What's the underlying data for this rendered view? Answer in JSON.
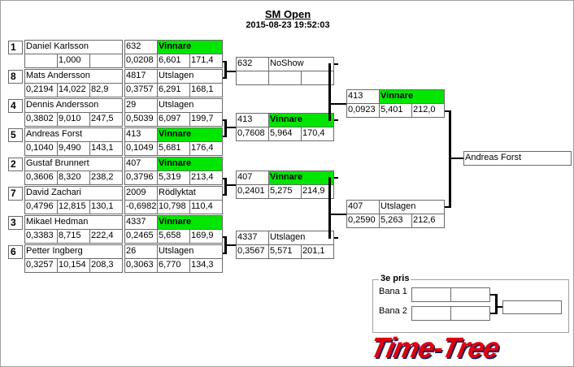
{
  "header": {
    "title": "SM Open",
    "datetime": "2015-08-23 19:52:03"
  },
  "round1": [
    {
      "seed": "1",
      "name": "Daniel Karlsson",
      "stats": [
        "",
        "1,000",
        ""
      ],
      "result": {
        "id": "632",
        "status": "Vinnare",
        "win": true,
        "stats": [
          "0,0208",
          "6,601",
          "171,4"
        ]
      }
    },
    {
      "seed": "8",
      "name": "Mats Andersson",
      "stats": [
        "0,2194",
        "14,022",
        "82,9"
      ],
      "result": {
        "id": "4817",
        "status": "Utslagen",
        "win": false,
        "stats": [
          "0,3757",
          "6,291",
          "168,1"
        ]
      }
    },
    {
      "seed": "4",
      "name": "Dennis Andersson",
      "stats": [
        "0,3802",
        "9,010",
        "247,5"
      ],
      "result": {
        "id": "29",
        "status": "Utslagen",
        "win": false,
        "stats": [
          "0,5039",
          "6,097",
          "199,7"
        ]
      }
    },
    {
      "seed": "5",
      "name": "Andreas Forst",
      "stats": [
        "0,1040",
        "9,490",
        "143,1"
      ],
      "result": {
        "id": "413",
        "status": "Vinnare",
        "win": true,
        "stats": [
          "0,1049",
          "5,681",
          "176,4"
        ]
      }
    },
    {
      "seed": "2",
      "name": "Gustaf Brunnert",
      "stats": [
        "0,3606",
        "8,320",
        "238,2"
      ],
      "result": {
        "id": "407",
        "status": "Vinnare",
        "win": true,
        "stats": [
          "0,3796",
          "5,319",
          "213,4"
        ]
      }
    },
    {
      "seed": "7",
      "name": "David Zachari",
      "stats": [
        "0,4796",
        "12,815",
        "130,1"
      ],
      "result": {
        "id": "2009",
        "status": "Rödlyktat",
        "win": false,
        "stats": [
          "-0,6982",
          "10,798",
          "110,4"
        ]
      }
    },
    {
      "seed": "3",
      "name": "Mikael Hedman",
      "stats": [
        "0,3383",
        "8,715",
        "222,4"
      ],
      "result": {
        "id": "4337",
        "status": "Vinnare",
        "win": true,
        "stats": [
          "0,2465",
          "5,658",
          "169,9"
        ]
      }
    },
    {
      "seed": "6",
      "name": "Petter Ingberg",
      "stats": [
        "0,3257",
        "10,154",
        "208,3"
      ],
      "result": {
        "id": "26",
        "status": "Utslagen",
        "win": false,
        "stats": [
          "0,3063",
          "6,770",
          "134,3"
        ]
      }
    }
  ],
  "round2": [
    {
      "id": "632",
      "status": "NoShow",
      "win": false,
      "stats": [
        "",
        "",
        ""
      ]
    },
    {
      "id": "413",
      "status": "Vinnare",
      "win": true,
      "stats": [
        "0,7608",
        "5,964",
        "170,4"
      ]
    },
    {
      "id": "407",
      "status": "Vinnare",
      "win": true,
      "stats": [
        "0,2401",
        "5,275",
        "214,9"
      ]
    },
    {
      "id": "4337",
      "status": "Utslagen",
      "win": false,
      "stats": [
        "0,3567",
        "5,571",
        "201,1"
      ]
    }
  ],
  "round3": [
    {
      "id": "413",
      "status": "Vinnare",
      "win": true,
      "stats": [
        "0,0923",
        "5,401",
        "212,0"
      ]
    },
    {
      "id": "407",
      "status": "Utslagen",
      "win": false,
      "stats": [
        "0,2590",
        "5,263",
        "212,6"
      ]
    }
  ],
  "final": {
    "winner": "Andreas Forst"
  },
  "third_place": {
    "title": "3e pris",
    "lanes": [
      "Bana 1",
      "Bana 2"
    ]
  },
  "logo": "Time-Tree",
  "colors": {
    "winner": "#00e600",
    "logo": "#e00010"
  }
}
